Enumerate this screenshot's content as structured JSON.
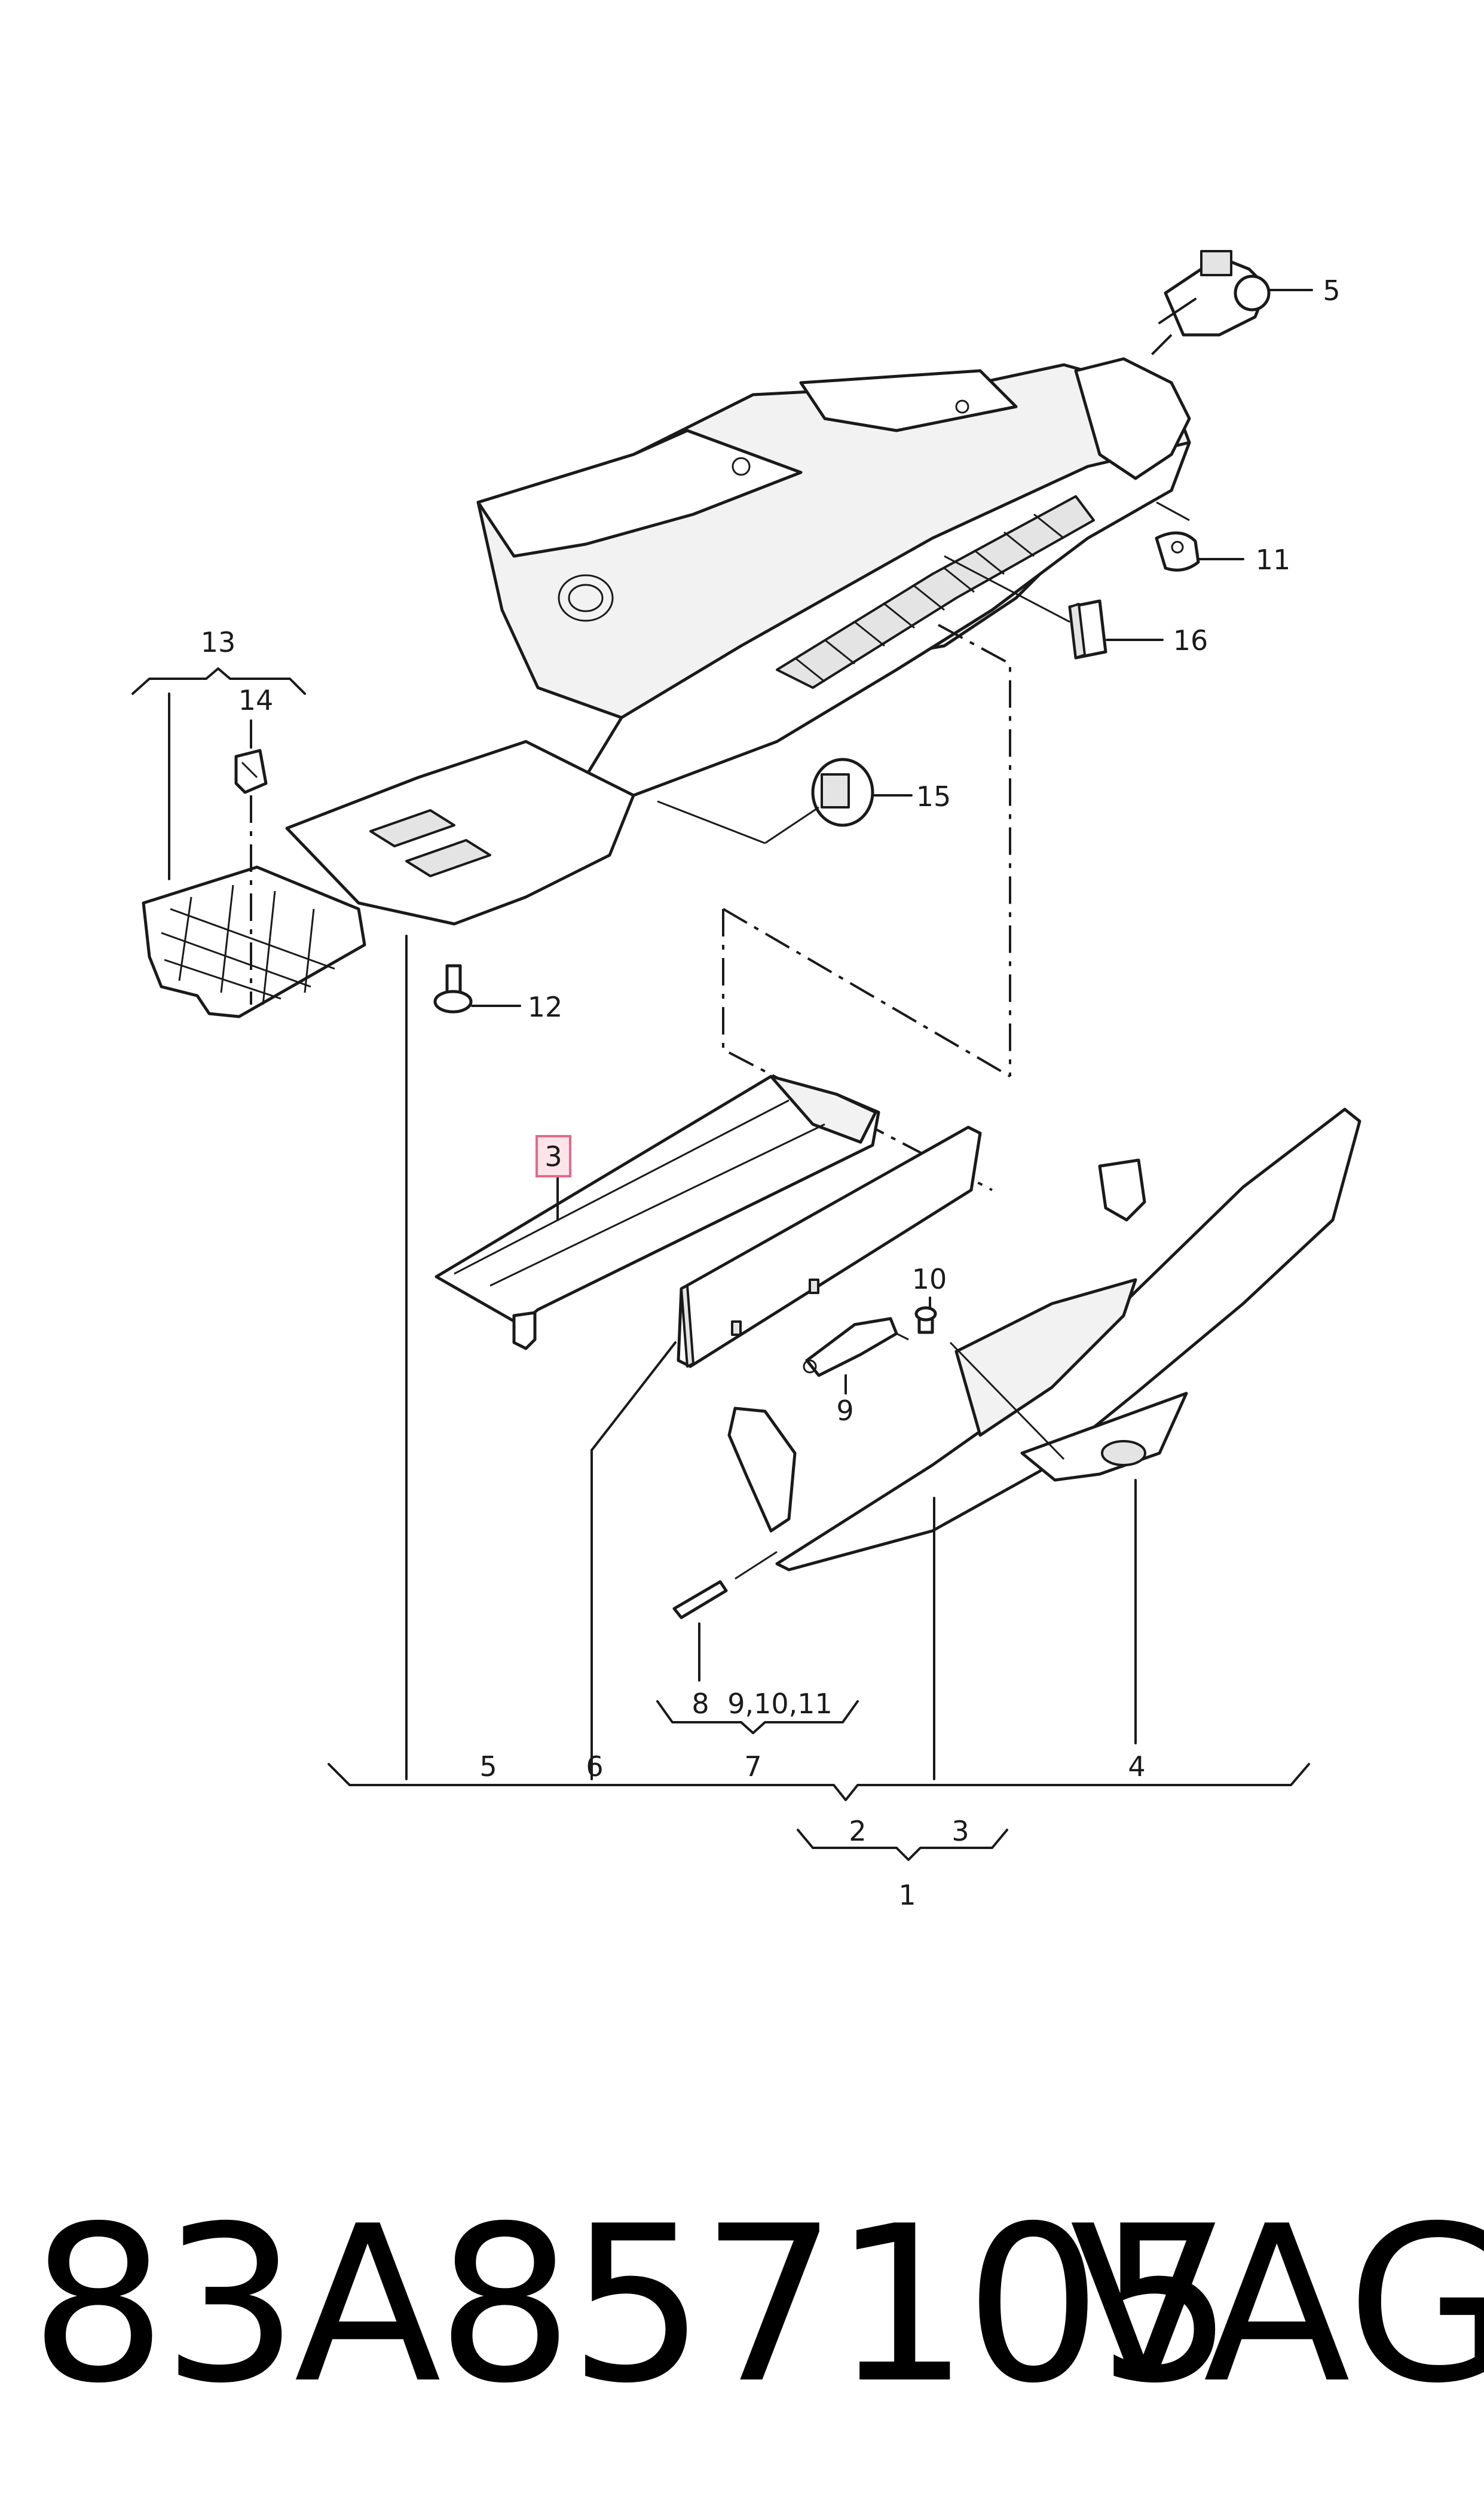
{
  "callouts": {
    "c5_top": "5",
    "c11": "11",
    "c16": "16",
    "c13": "13",
    "c14": "14",
    "c15": "15",
    "c12": "12",
    "c3_box": "3",
    "c10": "10",
    "c9": "9",
    "c8": "8",
    "c9_10_11": "9,10,11",
    "c7": "7",
    "c5_bottom": "5",
    "c6": "6",
    "c4": "4",
    "c2": "2",
    "c3_bottom": "3",
    "c1": "1"
  },
  "footer": {
    "part_number": "83A857105",
    "brand": "VAG"
  },
  "colors": {
    "line": "#1a1a1a",
    "highlight_fill": "#fde4ea",
    "highlight_stroke": "#e06b8a"
  }
}
